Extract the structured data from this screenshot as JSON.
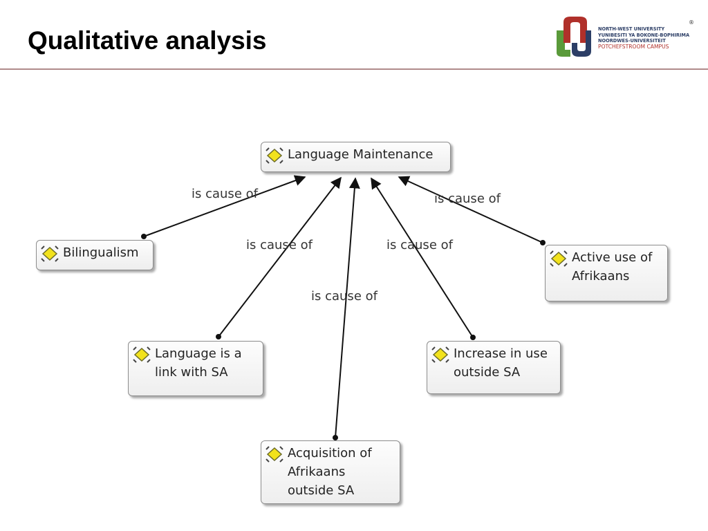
{
  "slide": {
    "title": "Qualitative analysis"
  },
  "logo": {
    "lines": [
      "NORTH-WEST UNIVERSITY",
      "YUNIBESITI YA BOKONE-BOPHIRIMA",
      "NOORDWES-UNIVERSITEIT"
    ],
    "campus": "POTCHEFSTROOM CAMPUS",
    "registered": "®"
  },
  "diagram": {
    "nodes": {
      "maintenance": "Language Maintenance",
      "bilingualism": "Bilingualism",
      "link": [
        "Language is a",
        "link with SA"
      ],
      "acquisition": [
        "Acquisition of",
        "Afrikaans",
        "outside SA"
      ],
      "increase": [
        "Increase in use",
        "outside SA"
      ],
      "active": [
        "Active use of",
        "Afrikaans"
      ]
    },
    "relation_label": "is cause of",
    "edge_labels": [
      "is cause of",
      "is cause of",
      "is cause of",
      "is cause of",
      "is cause of"
    ]
  },
  "colors": {
    "title_rule": "#b08a8a",
    "logo_red": "#b0302a",
    "logo_green": "#5a9a3a",
    "logo_navy": "#2c3e66"
  }
}
